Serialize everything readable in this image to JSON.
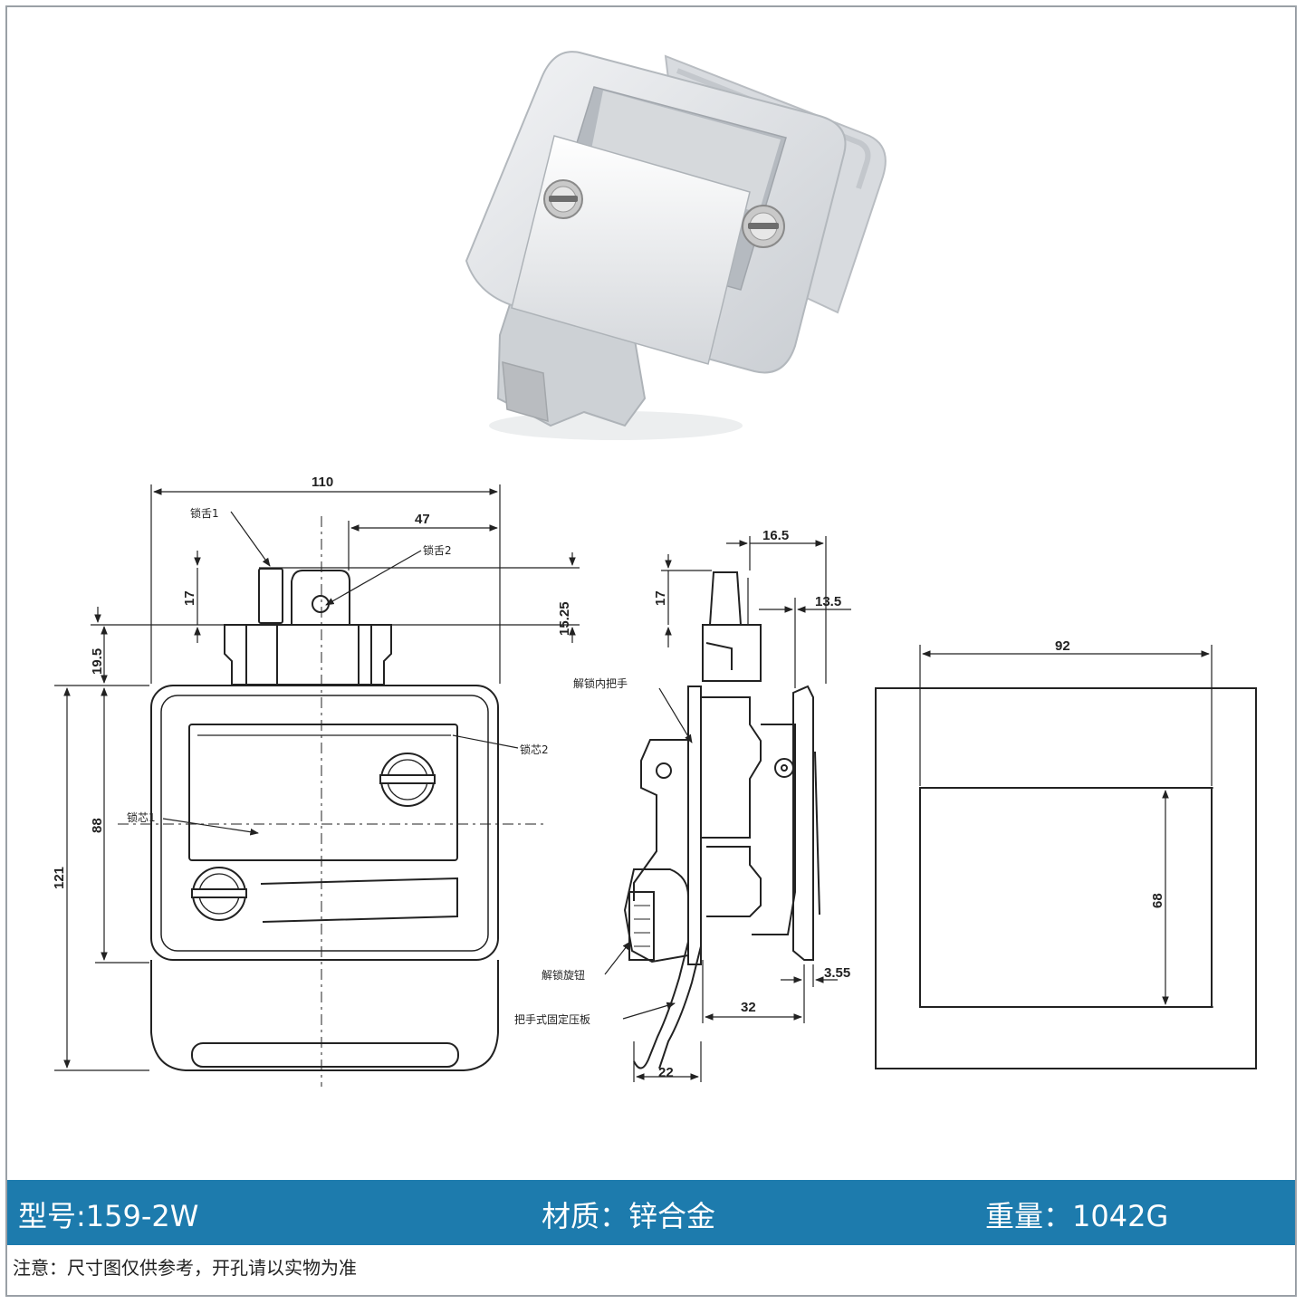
{
  "dimensions": {
    "front_width": "110",
    "front_tongue2_offset": "47",
    "front_tongue_height": "17",
    "front_offset_right": "15.25",
    "front_offset_left": "19.5",
    "front_inner_height": "88",
    "front_total_height": "121",
    "side_top": "16.5",
    "side_tongue_height": "17",
    "side_offset": "13.5",
    "side_plate": "3.55",
    "side_depth": "32",
    "side_handle": "22",
    "cutout_width": "92",
    "cutout_height": "68"
  },
  "labels": {
    "tongue1": "锁舌1",
    "tongue2": "锁舌2",
    "core2": "锁芯2",
    "core1": "锁芯1",
    "inner_handle": "解锁内把手",
    "unlock_knob": "解锁旋钮",
    "fixing_plate": "把手式固定压板"
  },
  "specs": {
    "model": "型号:159-2W",
    "material": "材质：锌合金",
    "weight": "重量：1042G"
  },
  "note": "注意：尺寸图仅供参考，开孔请以实物为准",
  "colors": {
    "bar": "#1d7bad",
    "line": "#222222",
    "product": "#dfe2e6"
  }
}
